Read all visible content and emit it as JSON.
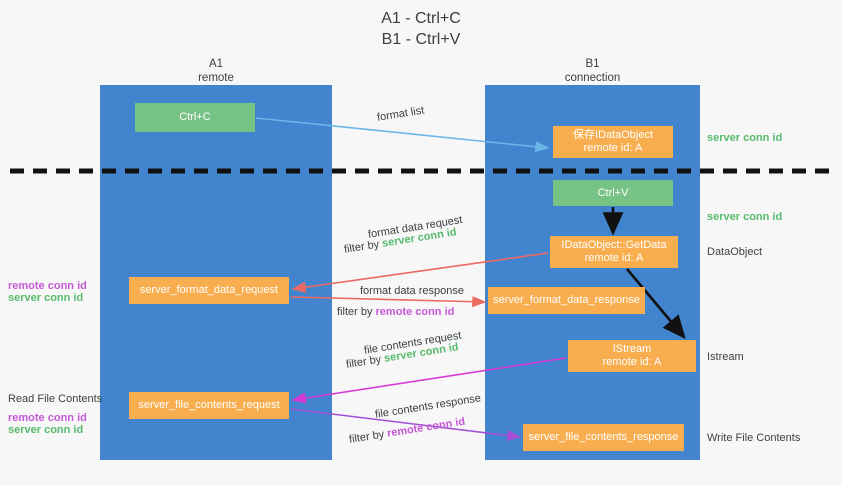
{
  "title": {
    "line1": "A1 - Ctrl+C",
    "line2": "B1 - Ctrl+V"
  },
  "lanes": {
    "a": {
      "name": "A1",
      "sub": "remote"
    },
    "b": {
      "name": "B1",
      "sub": "connection"
    }
  },
  "boxes": {
    "ctrl_c": "Ctrl+C",
    "save_idataobject_l1": "保存IDataObject",
    "save_idataobject_l2": "remote id: A",
    "ctrl_v": "Ctrl+V",
    "getdata_l1": "IDataObject::GetData",
    "getdata_l2": "remote id: A",
    "istream_l1": "IStream",
    "istream_l2": "remote id: A",
    "server_format_data_request": "server_format_data_request",
    "server_format_data_response": "server_format_data_response",
    "server_file_contents_request": "server_file_contents_request",
    "server_file_contents_response": "server_file_contents_response"
  },
  "edge_labels": {
    "format_list": "format list",
    "format_data_request": "format data request",
    "format_data_request_filter_prefix": "filter by ",
    "format_data_request_filter_value": "server conn id",
    "format_data_response": "format data response",
    "format_data_response_filter_prefix": "filter by ",
    "format_data_response_filter_value": "remote conn id",
    "file_contents_request": "file contents request",
    "file_contents_request_filter_prefix": "filter by ",
    "file_contents_request_filter_value": "server conn id",
    "file_contents_response": "file contents response",
    "file_contents_response_filter_prefix": "filter by ",
    "file_contents_response_filter_value": "remote conn id"
  },
  "right_labels": {
    "server_conn_id_1": "server conn id",
    "server_conn_id_2": "server conn id",
    "dataobject": "DataObject",
    "istream": "Istream",
    "write_file_contents": "Write File Contents"
  },
  "left_labels": {
    "remote_conn_id_1": "remote conn id",
    "server_conn_id_1": "server conn id",
    "read_file_contents": "Read File Contents",
    "remote_conn_id_2": "remote conn id",
    "server_conn_id_2": "server conn id"
  },
  "colors": {
    "lane": "#4285ce",
    "green_box": "#77c285",
    "orange_box": "#f8ae4f",
    "green_text": "#57bb6e",
    "purple_text": "#c55ad6",
    "red_arrow": "#ea6a62",
    "magenta_arrow": "#d63ad6",
    "purple_arrow": "#a24fd6",
    "blue_arrow": "#6bb5e8",
    "black_arrow": "#000000",
    "background": "#f7f7f7"
  }
}
